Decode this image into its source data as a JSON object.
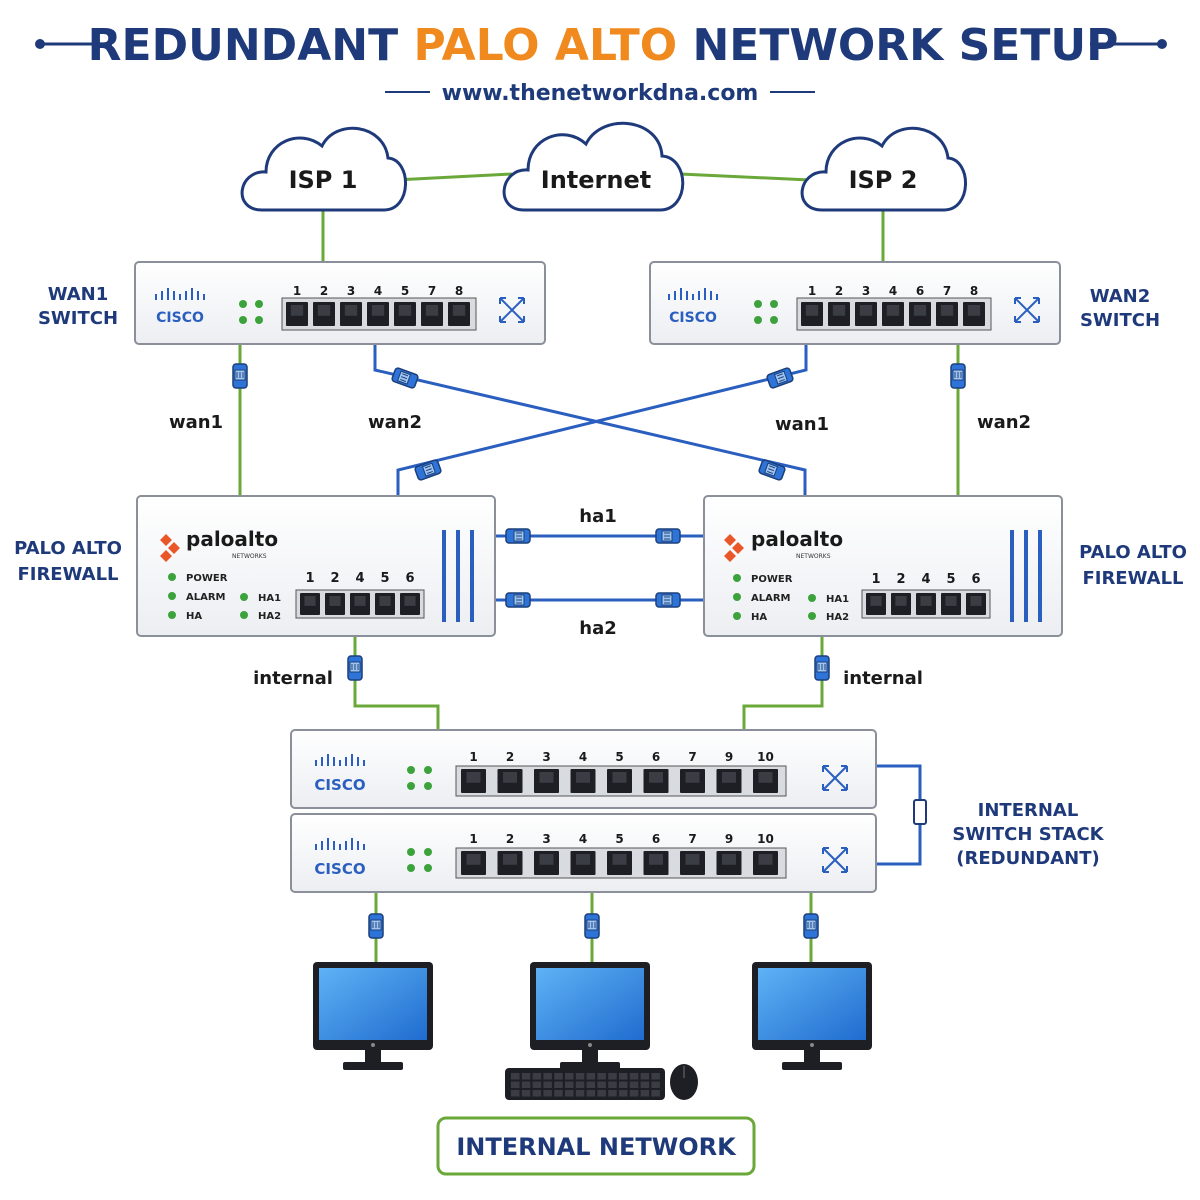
{
  "header": {
    "title_part1": "REDUNDANT",
    "title_part2": "PALO ALTO",
    "title_part3": "NETWORK SETUP",
    "subtitle": "www.thenetworkdna.com"
  },
  "clouds": {
    "isp1": "ISP 1",
    "internet": "Internet",
    "isp2": "ISP 2"
  },
  "wan1_switch": {
    "label_line1": "WAN1",
    "label_line2": "SWITCH",
    "brand": "CISCO",
    "ports": [
      "1",
      "2",
      "3",
      "4",
      "5",
      "7",
      "8"
    ]
  },
  "wan2_switch": {
    "label_line1": "WAN2",
    "label_line2": "SWITCH",
    "brand": "CISCO",
    "ports": [
      "1",
      "2",
      "3",
      "4",
      "6",
      "7",
      "8"
    ]
  },
  "links": {
    "left_wan1": "wan1",
    "left_wan2": "wan2",
    "right_wan1": "wan1",
    "right_wan2": "wan2",
    "ha1": "ha1",
    "ha2": "ha2",
    "left_internal": "internal",
    "right_internal": "internal"
  },
  "firewall_left": {
    "label_line1": "PALO ALTO",
    "label_line2": "FIREWALL",
    "brand": "paloalto",
    "brand_sub": "NETWORKS",
    "leds": [
      "POWER",
      "ALARM",
      "HA"
    ],
    "ha_leds": [
      "HA1",
      "HA2"
    ],
    "ports": [
      "1",
      "2",
      "4",
      "5",
      "6"
    ]
  },
  "firewall_right": {
    "label_line1": "PALO ALTO",
    "label_line2": "FIREWALL",
    "brand": "paloalto",
    "brand_sub": "NETWORKS",
    "leds": [
      "POWER",
      "ALARM",
      "HA"
    ],
    "ha_leds": [
      "HA1",
      "HA2"
    ],
    "ports": [
      "1",
      "2",
      "4",
      "5",
      "6"
    ]
  },
  "internal_stack": {
    "label_line1": "INTERNAL",
    "label_line2": "SWITCH STACK",
    "label_line3": "(REDUNDANT)",
    "top": {
      "brand": "CISCO",
      "ports": [
        "1",
        "2",
        "3",
        "4",
        "5",
        "6",
        "7",
        "9",
        "10"
      ]
    },
    "bottom": {
      "brand": "CISCO",
      "ports": [
        "1",
        "2",
        "3",
        "4",
        "5",
        "6",
        "7",
        "9",
        "10"
      ]
    }
  },
  "footer": {
    "label": "INTERNAL NETWORK"
  },
  "colors": {
    "navy": "#1f3a7a",
    "orange": "#f08a1e",
    "green_line": "#6aa83a",
    "blue_line": "#2a5fbf",
    "palo_orange": "#e8562a",
    "led_green": "#3ca23c",
    "screen_blue": "#3d8ee6"
  }
}
